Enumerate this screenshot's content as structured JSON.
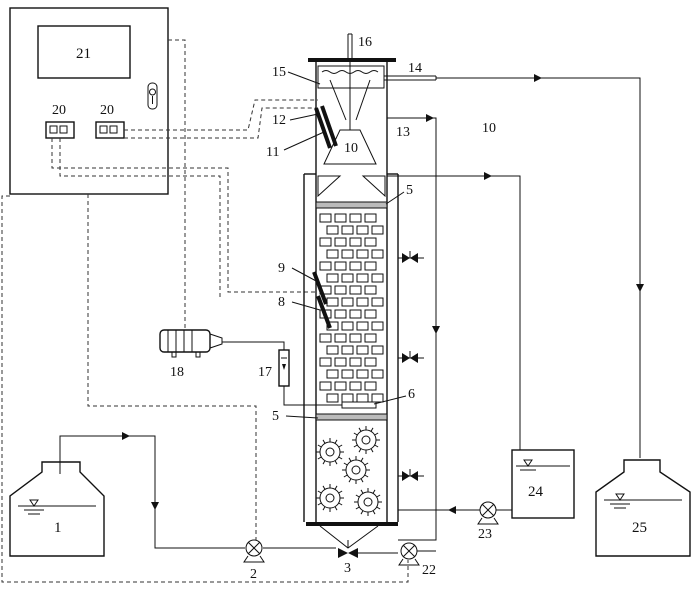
{
  "labels": {
    "l1": "1",
    "l2": "2",
    "l3": "3",
    "l5a": "5",
    "l5b": "5",
    "l6": "6",
    "l8": "8",
    "l9": "9",
    "l10a": "10",
    "l10b": "10",
    "l11": "11",
    "l12": "12",
    "l13": "13",
    "l14": "14",
    "l15": "15",
    "l16": "16",
    "l17": "17",
    "l18": "18",
    "l20a": "20",
    "l20b": "20",
    "l21": "21",
    "l22": "22",
    "l23": "23",
    "l24": "24",
    "l25": "25"
  },
  "icons": {
    "pump": "pump-icon",
    "valve": "valve-icon",
    "impeller": "impeller-icon",
    "flowmeter": "flowmeter-icon",
    "electrode": "electrode-icon",
    "aerator": "aerator-icon"
  }
}
